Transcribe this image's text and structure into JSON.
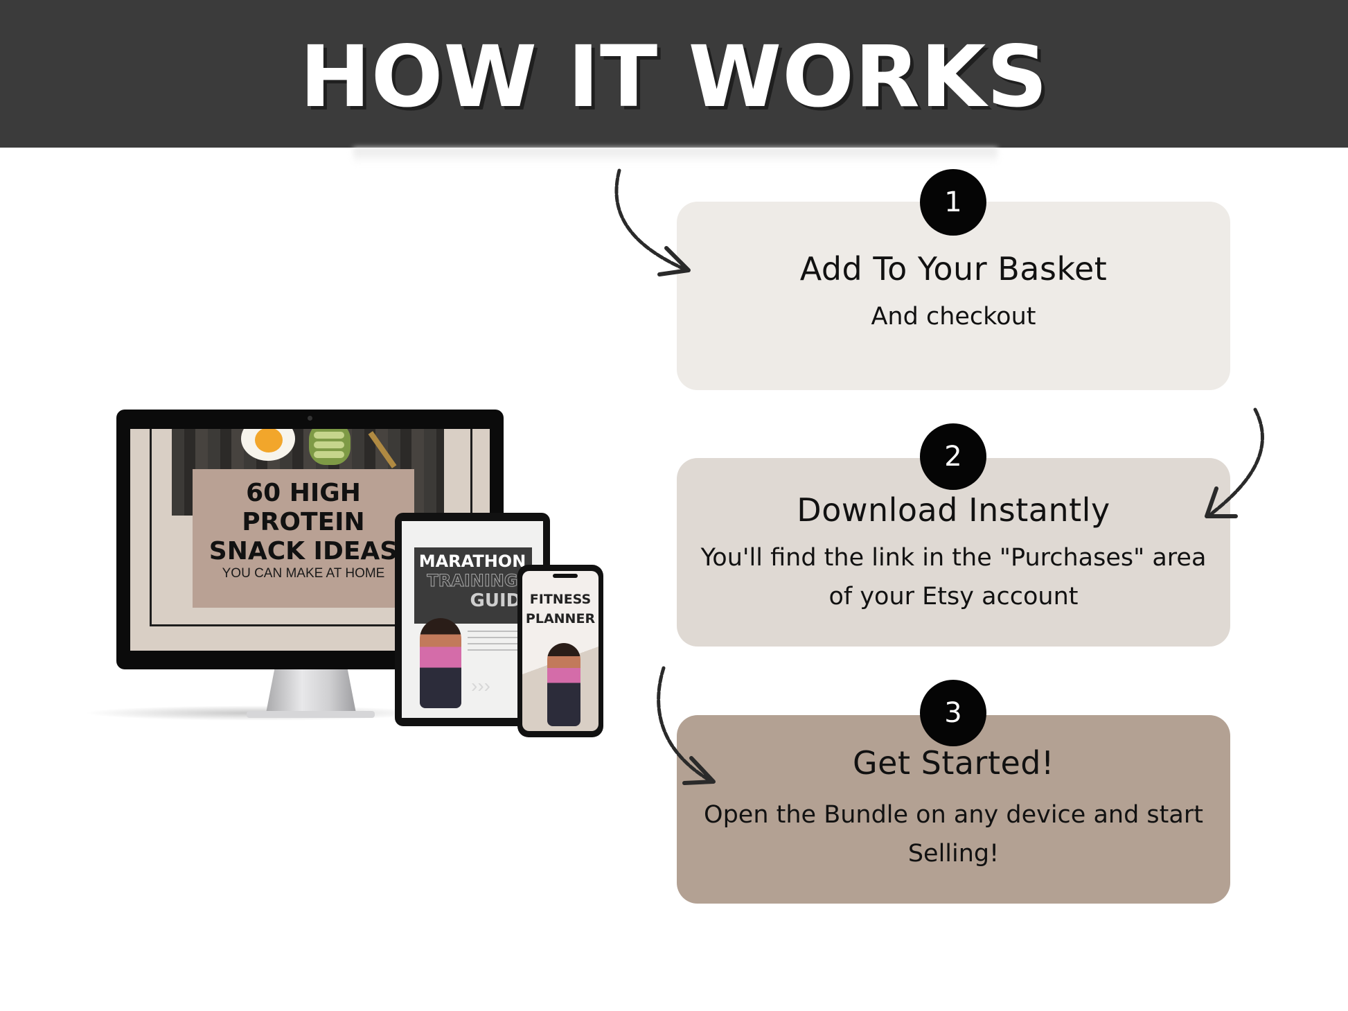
{
  "header": {
    "title": "HOW IT WORKS"
  },
  "steps": [
    {
      "number": "1",
      "title": "Add To Your Basket",
      "description": "And checkout",
      "color": "#eeebe7"
    },
    {
      "number": "2",
      "title": "Download Instantly",
      "description": "You'll find the link in the \"Purchases\" area of your Etsy account",
      "color": "#dfd9d3"
    },
    {
      "number": "3",
      "title": "Get Started!",
      "description": "Open the Bundle on any device and start Selling!",
      "color": "#b3a193"
    }
  ],
  "mockups": {
    "monitor": {
      "title": "60 HIGH PROTEIN SNACK IDEAS",
      "subtitle": "YOU CAN MAKE AT HOME"
    },
    "tablet": {
      "line1": "MARATHON",
      "line2": "TRAINING",
      "line3": "GUIDE",
      "chevrons": "›››"
    },
    "phone": {
      "line1": "FITNESS",
      "line2": "PLANNER"
    }
  },
  "colors": {
    "header_bg": "#3b3b3b",
    "number_badge": "#050505"
  }
}
